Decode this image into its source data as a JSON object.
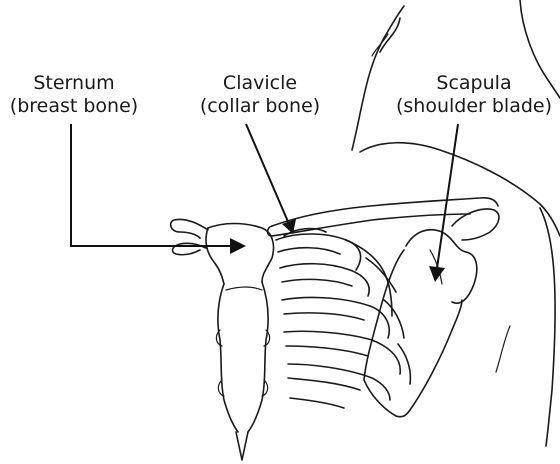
{
  "labels": {
    "sternum": {
      "name": "Sternum",
      "alt": "(breast bone)"
    },
    "clavicle": {
      "name": "Clavicle",
      "alt": "(collar bone)"
    },
    "scapula": {
      "name": "Scapula",
      "alt": "(shoulder blade)"
    }
  }
}
